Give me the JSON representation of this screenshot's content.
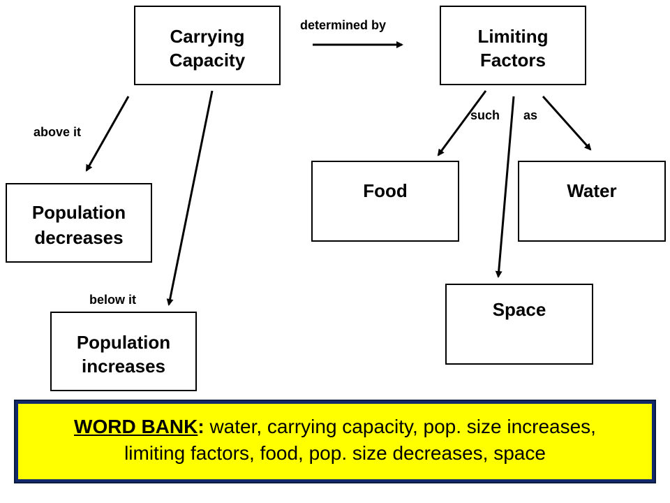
{
  "nodes": {
    "carrying_capacity": [
      "Carrying",
      "Capacity"
    ],
    "limiting_factors": [
      "Limiting",
      "Factors"
    ],
    "population_decreases": [
      "Population",
      "decreases"
    ],
    "population_increases": [
      "Population",
      "increases"
    ],
    "food": "Food",
    "water": "Water",
    "space": "Space"
  },
  "edge_labels": {
    "determined_by": "determined by",
    "above_it": "above it",
    "below_it": "below it",
    "such": "such",
    "as": "as"
  },
  "word_bank": {
    "title": "WORD BANK",
    "colon": ":",
    "line1": " water, carrying capacity, pop. size increases,",
    "line2": "limiting factors, food, pop. size decreases, space"
  },
  "colors": {
    "background": "#ffffff",
    "box_border": "#000000",
    "arrow": "#000000",
    "word_bank_fill": "#ffff00",
    "word_bank_border": "#122a6b"
  }
}
